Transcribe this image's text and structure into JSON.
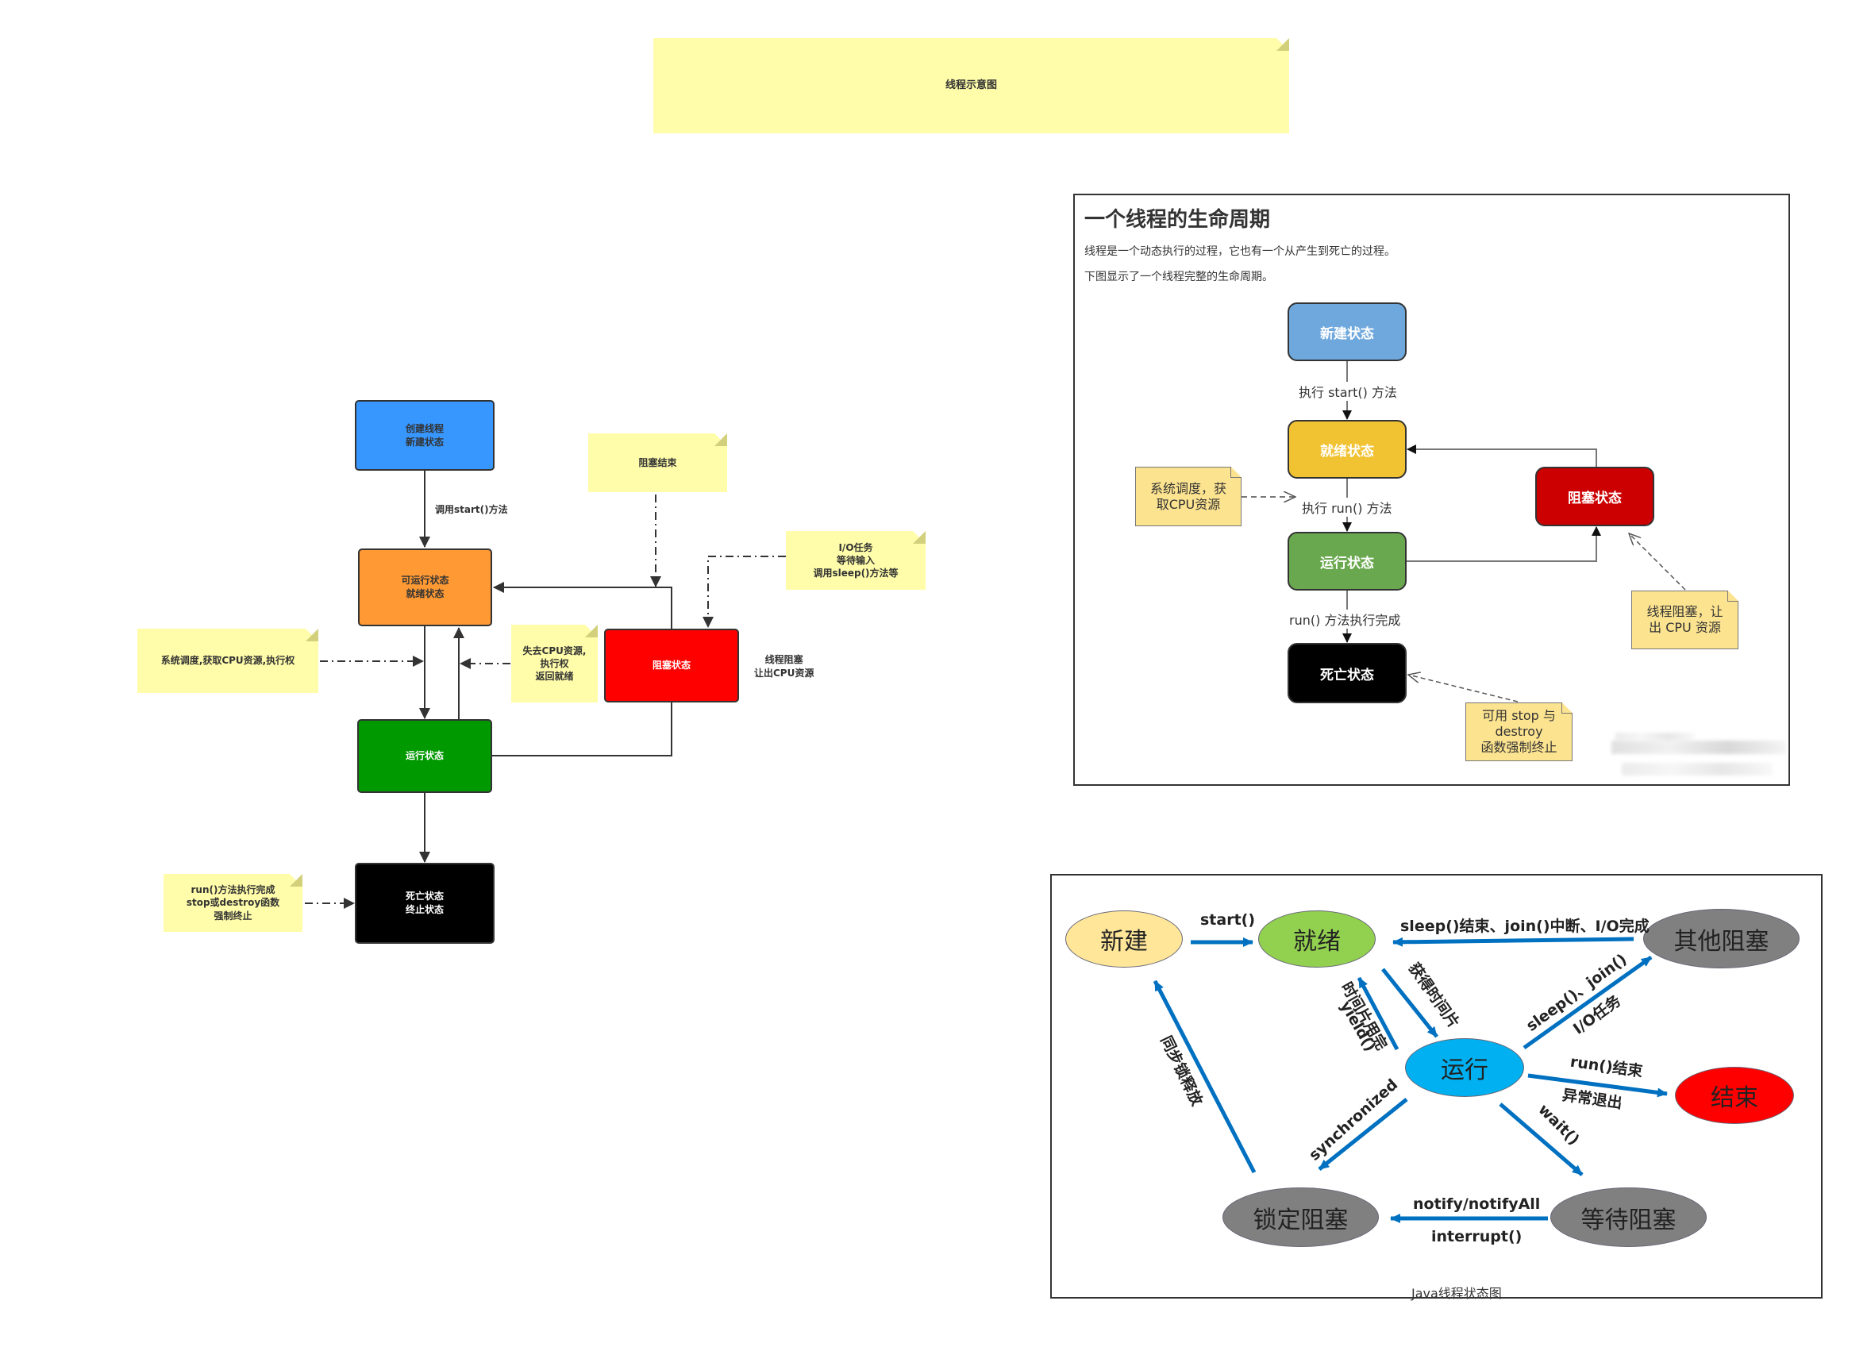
{
  "title_note": {
    "text": "线程示意图"
  },
  "left_diagram": {
    "boxes": {
      "new": {
        "text": "创建线程\n新建状态",
        "color": "#3797FF"
      },
      "runnable": {
        "text": "可运行状态\n就绪状态",
        "color": "#FF9933"
      },
      "running": {
        "text": "运行状态",
        "color": "#009900"
      },
      "dead": {
        "text": "死亡状态\n终止状态",
        "color": "#000000"
      },
      "blocked": {
        "text": "阻塞状态",
        "color": "#FF0000"
      }
    },
    "notes": {
      "block_end": "阻塞结束",
      "io_task": "I/O任务\n等待输入\n调用sleep()方法等",
      "scheduling": "系统调度,获取CPU资源,执行权",
      "lose_cpu": "失去CPU资源,\n执行权\n返回就绪",
      "run_done": "run()方法执行完成\nstop或destroy函数\n强制终止"
    },
    "labels": {
      "start": "调用start()方法",
      "blocked_desc": "线程阻塞\n让出CPU资源"
    }
  },
  "panel_lifecycle": {
    "heading": "一个线程的生命周期",
    "para1": "线程是一个动态执行的过程，它也有一个从产生到死亡的过程。",
    "para2": "下图显示了一个线程完整的生命周期。",
    "boxes": {
      "new": {
        "text": "新建状态",
        "color": "#6fa8dc"
      },
      "ready": {
        "text": "就绪状态",
        "color": "#f1c232"
      },
      "running": {
        "text": "运行状态",
        "color": "#6aa84f"
      },
      "dead": {
        "text": "死亡状态",
        "color": "#000000"
      },
      "blocked": {
        "text": "阻塞状态",
        "color": "#cc0000"
      }
    },
    "labels": {
      "start": "执行 start() 方法",
      "run": "执行 run() 方法",
      "run_done": "run() 方法执行完成"
    },
    "notes": {
      "scheduling": "系统调度，获\n取CPU资源",
      "blocked": "线程阻塞，让\n出 CPU 资源",
      "stop": "可用 stop 与\ndestroy\n函数强制终止"
    }
  },
  "panel_java_states": {
    "nodes": {
      "new": {
        "text": "新建",
        "color": "#ffe699"
      },
      "ready": {
        "text": "就绪",
        "color": "#92d050"
      },
      "other_blocked": {
        "text": "其他阻塞",
        "color": "#808080"
      },
      "running": {
        "text": "运行",
        "color": "#00b0f0"
      },
      "end": {
        "text": "结束",
        "color": "#ff0000"
      },
      "lock_blocked": {
        "text": "锁定阻塞",
        "color": "#808080"
      },
      "wait_blocked": {
        "text": "等待阻塞",
        "color": "#808080"
      }
    },
    "edges": {
      "start": "start()",
      "wake": "sleep()结束、join()中断、I/O完成",
      "get_slice": "获得时间片",
      "slice_used": "时间片用完",
      "yield": "yield()",
      "sleep_join": "sleep()、join()",
      "io_task": "I/O任务",
      "run_end": "run()结束",
      "exception": "异常退出",
      "synchronized": "synchronized",
      "wait": "wait()",
      "notify": "notify/notifyAll",
      "interrupt": "interrupt()",
      "lock_release": "同步锁释放"
    },
    "arrow_color": "#0070c0",
    "caption": "Java线程状态图"
  }
}
